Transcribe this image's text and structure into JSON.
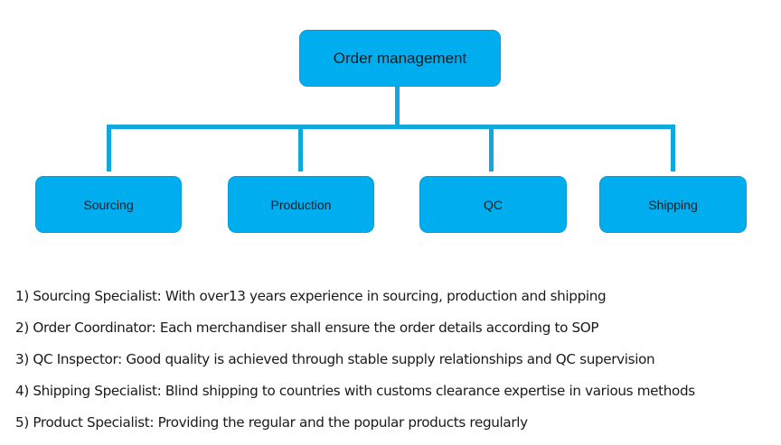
{
  "diagram": {
    "root": {
      "label": "Order management"
    },
    "children": [
      {
        "label": "Sourcing"
      },
      {
        "label": "Production"
      },
      {
        "label": "QC"
      },
      {
        "label": "Shipping"
      }
    ]
  },
  "notes": [
    "1)  Sourcing Specialist: With over13 years experience in sourcing, production and shipping",
    "2)  Order Coordinator: Each merchandiser shall ensure the order details according to SOP",
    "3)  QC Inspector: Good quality is achieved through stable supply relationships and QC supervision",
    "4)  Shipping Specialist: Blind shipping to countries with customs clearance expertise in various methods",
    "5)  Product Specialist: Providing the regular and the popular products regularly"
  ]
}
